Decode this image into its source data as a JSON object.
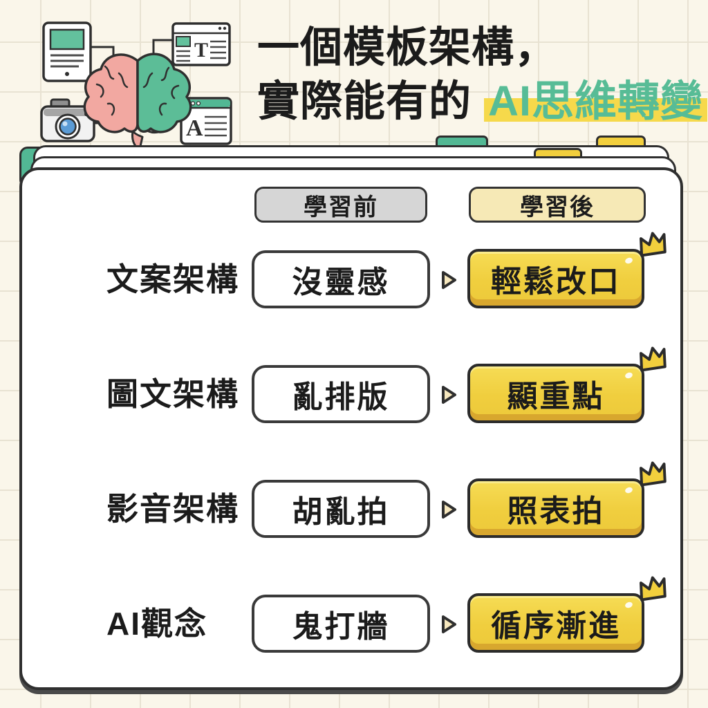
{
  "title": {
    "line1": "一個模板架構，",
    "line2_prefix": "實際能有的 ",
    "line2_highlight": "AI思維轉變"
  },
  "comparison": {
    "header_before": "學習前",
    "header_after": "學習後",
    "rows": [
      {
        "label": "文案架構",
        "before": "沒靈感",
        "after": "輕鬆改口"
      },
      {
        "label": "圖文架構",
        "before": "亂排版",
        "after": "顯重點"
      },
      {
        "label": "影音架構",
        "before": "胡亂拍",
        "after": "照表拍"
      },
      {
        "label": "AI觀念",
        "before": "鬼打牆",
        "after": "循序漸進"
      }
    ]
  },
  "illustration": {
    "editor_letter": "T",
    "document_letter": "A",
    "icons": [
      "tablet-icon",
      "text-editor-icon",
      "camera-icon",
      "document-icon",
      "brain-icon"
    ]
  },
  "colors": {
    "teal": "#52B894",
    "title_teal": "#57BC96",
    "yellow_box": "#F0CE3E",
    "highlight_yellow": "#F6D94B",
    "cream_background": "#FAF6EA",
    "gray_pill": "#D6D6D6",
    "pale_yellow_pill": "#F6E9B6"
  }
}
